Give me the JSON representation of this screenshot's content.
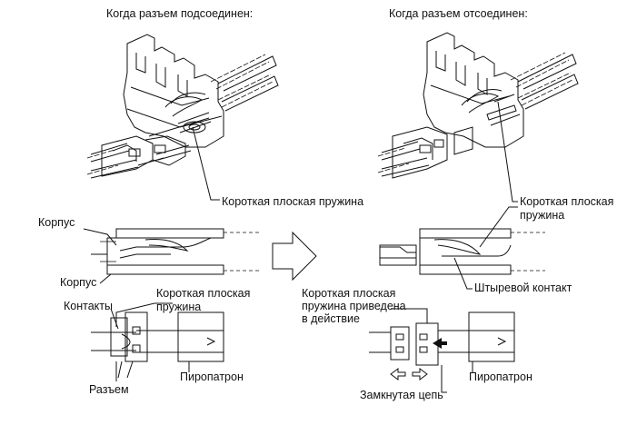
{
  "panels": {
    "connected": {
      "title": "Когда разъем подсоединен:",
      "short_spring_callout": "Короткая плоская пружина",
      "housing_top": "Корпус",
      "housing_bottom": "Корпус",
      "schematic": {
        "short_spring": [
          "Короткая плоская",
          "пружина"
        ],
        "contacts": "Контакты",
        "connector": "Разъем",
        "squib": "Пиропатрон"
      }
    },
    "disconnected": {
      "title": "Когда разъем отсоединен:",
      "short_spring_callout": [
        "Короткая плоская",
        "пружина"
      ],
      "pin_contact": "Штыревой контакт",
      "schematic": {
        "spring_actuated": [
          "Короткая плоская",
          "пружина приведена",
          "в действие"
        ],
        "closed_circuit": "Замкнутая цепь",
        "squib": "Пиропатрон"
      }
    }
  },
  "arrow": {
    "direction": "right"
  }
}
